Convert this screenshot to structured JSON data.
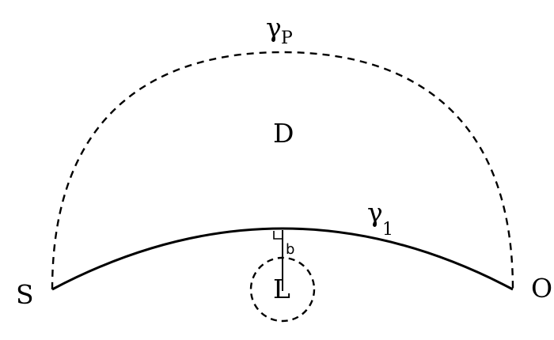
{
  "labels": {
    "gamma": "γ",
    "gamma_p_sub": "P",
    "gamma_1_sub": "1",
    "region": "D",
    "start": "S",
    "end": "O",
    "center": "L",
    "offset": "b"
  },
  "colors": {
    "stroke": "#000000",
    "background": "#ffffff"
  }
}
